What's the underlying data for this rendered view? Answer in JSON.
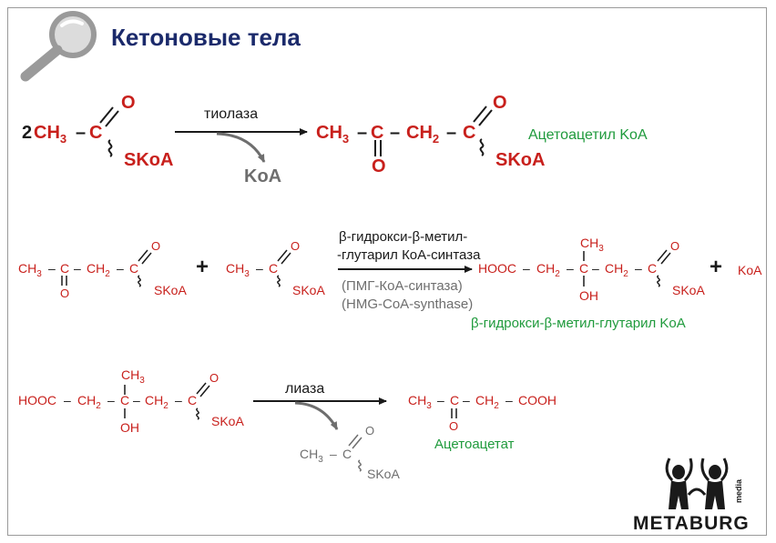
{
  "header": {
    "title": "Кетоновые тела",
    "icon": "magnifier-icon"
  },
  "reaction1": {
    "coefficient": "2",
    "reactant": {
      "ch3": "CH",
      "ch3_sub": "3",
      "dash": "–",
      "carbon": "C",
      "oxygen": "O",
      "thioester": "SKoA"
    },
    "enzyme": "тиолаза",
    "byproduct": "KoA",
    "product": {
      "ch3": "CH",
      "ch3_sub": "3",
      "d1": "–",
      "c1": "C",
      "d2": "–",
      "ch2": "CH",
      "ch2_sub": "2",
      "d3": "–",
      "c2": "C",
      "keto_oxygen": "O",
      "oxygen": "O",
      "thioester": "SKoA"
    },
    "product_name": "Ацетоацетил KoA"
  },
  "reaction2": {
    "reactant1": {
      "ch3": "CH",
      "ch3_sub": "3",
      "d1": "–",
      "c1": "C",
      "d2": "–",
      "ch2": "CH",
      "ch2_sub": "2",
      "d3": "–",
      "c2": "C",
      "keto_oxygen": "O",
      "oxygen": "O",
      "thioester": "SKoA"
    },
    "plus": "+",
    "reactant2": {
      "ch3": "CH",
      "ch3_sub": "3",
      "dash": "–",
      "carbon": "C",
      "oxygen": "O",
      "thioester": "SKoA"
    },
    "enzyme_line1": "β-гидрокси-β-метил-",
    "enzyme_line2": "-глутарил КоА-синтаза",
    "enzyme_line3": "(ПМГ-КоА-синтаза)",
    "enzyme_line4": "(HMG-CoA-synthase)",
    "product": {
      "hooc": "HOOC",
      "d1": "–",
      "ch2a": "CH",
      "ch2a_sub": "2",
      "d2": "–",
      "c_center": "C",
      "methyl": "CH",
      "methyl_sub": "3",
      "hydroxyl": "OH",
      "d3": "–",
      "ch2b": "CH",
      "ch2b_sub": "2",
      "d4": "–",
      "c_end": "C",
      "oxygen": "O",
      "thioester": "SKoA"
    },
    "plus2": "+",
    "byproduct": "KoA",
    "product_name": "β-гидрокси-β-метил-глутарил KoA"
  },
  "reaction3": {
    "reactant": {
      "hooc": "HOOC",
      "d1": "–",
      "ch2a": "CH",
      "ch2a_sub": "2",
      "d2": "–",
      "c_center": "C",
      "methyl": "CH",
      "methyl_sub": "3",
      "hydroxyl": "OH",
      "d3": "–",
      "ch2b": "CH",
      "ch2b_sub": "2",
      "d4": "–",
      "c_end": "C",
      "oxygen": "O",
      "thioester": "SKoA"
    },
    "enzyme": "лиаза",
    "byproduct": {
      "ch3": "CH",
      "ch3_sub": "3",
      "dash": "–",
      "carbon": "C",
      "oxygen": "O",
      "thioester": "SKoA"
    },
    "product": {
      "ch3": "CH",
      "ch3_sub": "3",
      "d1": "–",
      "c1": "C",
      "d2": "–",
      "ch2": "CH",
      "ch2_sub": "2",
      "d3": "–",
      "cooh": "COOH",
      "keto_oxygen": "O"
    },
    "product_name": "Ацетоацетат"
  },
  "logo": {
    "text": "METABURG",
    "tag": "media",
    "icon": "metaburg-figures-icon"
  },
  "colors": {
    "red": "#c8201c",
    "black": "#1a1a1a",
    "gray": "#6e6e6e",
    "green": "#1f9a3c",
    "navy": "#1b2a6b"
  }
}
